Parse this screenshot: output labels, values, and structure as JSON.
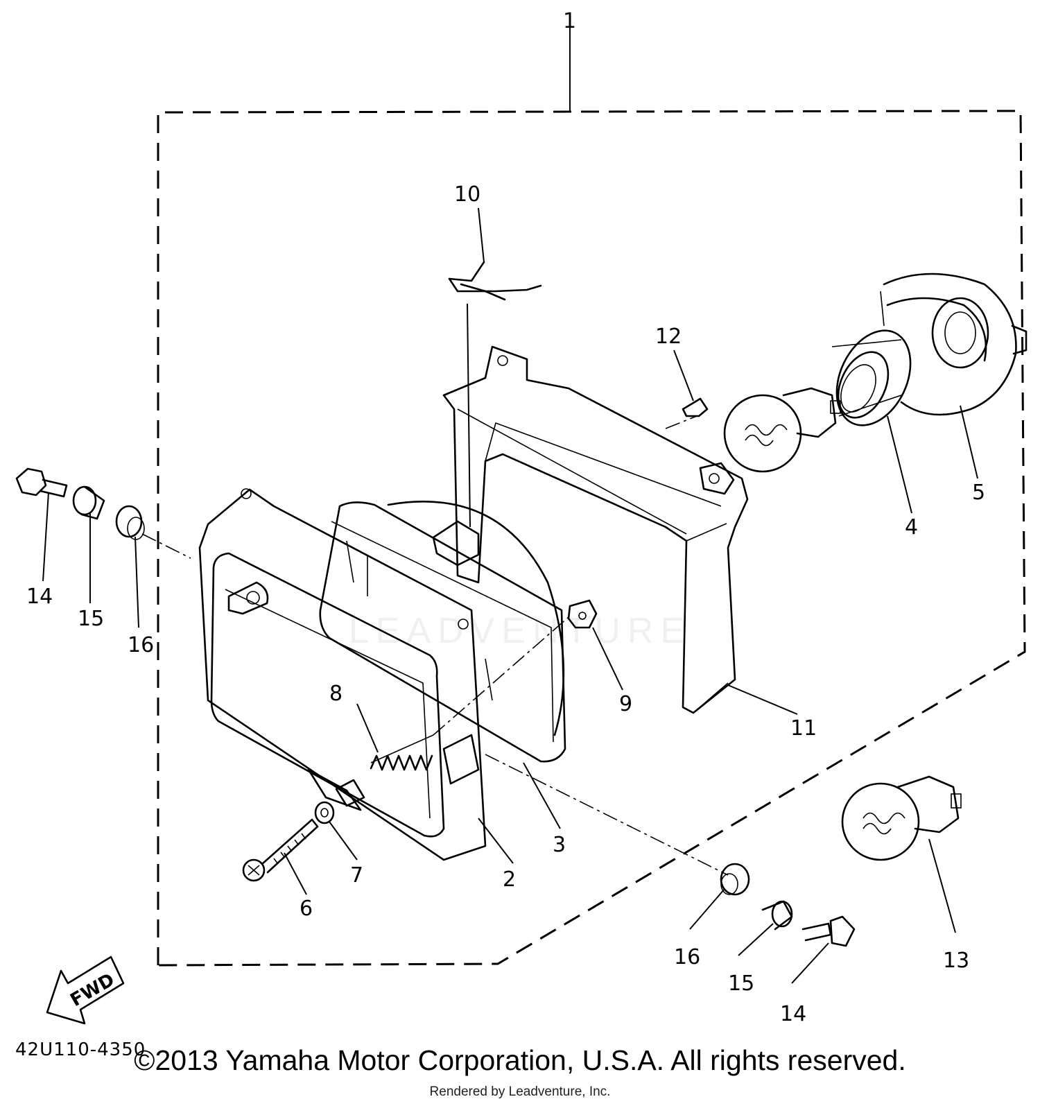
{
  "diagram": {
    "callouts": [
      {
        "id": "c1",
        "label": "1"
      },
      {
        "id": "c2",
        "label": "2"
      },
      {
        "id": "c3",
        "label": "3"
      },
      {
        "id": "c4",
        "label": "4"
      },
      {
        "id": "c5",
        "label": "5"
      },
      {
        "id": "c6",
        "label": "6"
      },
      {
        "id": "c7",
        "label": "7"
      },
      {
        "id": "c8",
        "label": "8"
      },
      {
        "id": "c9",
        "label": "9"
      },
      {
        "id": "c10",
        "label": "10"
      },
      {
        "id": "c11",
        "label": "11"
      },
      {
        "id": "c12",
        "label": "12"
      },
      {
        "id": "c13",
        "label": "13"
      },
      {
        "id": "c14a",
        "label": "14"
      },
      {
        "id": "c15a",
        "label": "15"
      },
      {
        "id": "c16a",
        "label": "16"
      },
      {
        "id": "c14b",
        "label": "14"
      },
      {
        "id": "c15b",
        "label": "15"
      },
      {
        "id": "c16b",
        "label": "16"
      }
    ],
    "fwd_label": "FWD",
    "diagram_code": "42U110-4350"
  },
  "footer": {
    "copyright": "©2013 Yamaha Motor Corporation, U.S.A. All rights reserved.",
    "rendered_by": "Rendered by Leadventure, Inc."
  },
  "watermark": "LEADVENTURE"
}
